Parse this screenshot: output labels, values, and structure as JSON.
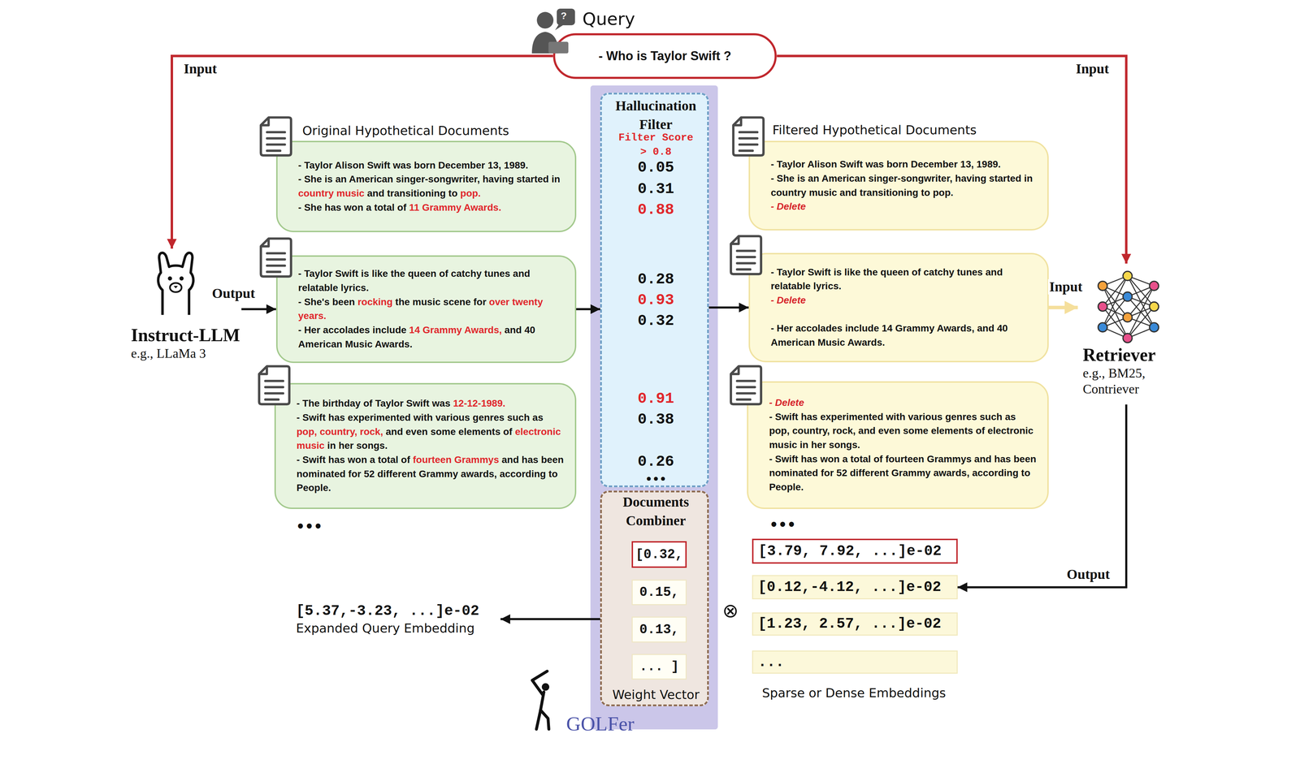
{
  "diagram": {
    "nodes": [
      {
        "text": [
          "Query",
          "- Who is Taylor Swift ?"
        ]
      },
      {
        "text": [
          "Instruct-LLM",
          "e.g., LLaMa 3"
        ]
      },
      {
        "text": [
          "Original Hypothetical Documents",
          "- Taylor Alison Swift was born December 13, 1989.",
          "- She is an American singer-songwriter, having started in country music and transitioning to pop.",
          "- She has won a total of 11 Grammy Awards."
        ]
      },
      {
        "text": [
          "- Taylor Swift is like the queen of catchy tunes and relatable lyrics.",
          "- She's been rocking the music scene for over twenty years.",
          "- Her accolades include 14 Grammy Awards, and 40 American Music Awards."
        ]
      },
      {
        "text": [
          "- The birthday of Taylor Swift was 12-12-1989.",
          "- Swift has experimented with various genres such as pop, country, rock, and even some elements of electronic music in her songs.",
          "- Swift has won a total of fourteen Grammys and has been nominated for 52 different Grammy awards, according to People."
        ]
      },
      {
        "text": [
          "GOLFer"
        ]
      },
      {
        "text": [
          "Hallucination Filter",
          "Filter Score > 0.8",
          "0.05",
          "0.31",
          "0.88",
          "0.28",
          "0.93",
          "0.32",
          "0.91",
          "0.38",
          "0.26",
          "•••"
        ],
        "in": 5
      },
      {
        "text": [
          "Documents Combiner",
          "Weight Vector"
        ],
        "in": 5
      },
      {
        "text": [
          "[0.32,"
        ],
        "in": 7
      },
      {
        "text": [
          "0.15,"
        ],
        "in": 7
      },
      {
        "text": [
          "0.13,"
        ],
        "in": 7
      },
      {
        "text": [
          "... ]"
        ],
        "in": 7
      },
      {
        "text": [
          "Filtered Hypothetical Documents",
          "- Taylor Alison Swift was born December 13, 1989.",
          "- She is an American singer-songwriter, having started in country music and transitioning to pop.",
          "- Delete"
        ]
      },
      {
        "text": [
          "- Taylor Swift is like the queen of catchy tunes and relatable lyrics.",
          "- Delete",
          "- Her accolades include 14 Grammy Awards, and 40 American Music Awards."
        ]
      },
      {
        "text": [
          "- Delete",
          "- Swift has experimented with various genres such as pop, country, rock, and even some elements of electronic music in her songs.",
          "- Swift has won a total of fourteen Grammys and has been nominated for 52 different Grammy awards, according to People."
        ]
      },
      {
        "text": [
          "Retriever",
          "e.g., BM25, Contriever"
        ]
      },
      {
        "text": [
          "[3.79, 7.92, ...]e-02"
        ]
      },
      {
        "text": [
          "[0.12,-4.12, ...]e-02"
        ]
      },
      {
        "text": [
          "[1.23, 2.57, ...]e-02"
        ]
      },
      {
        "text": [
          "..."
        ]
      },
      {
        "text": [
          "[5.37,-3.23, ...]e-02",
          "Expanded Query Embedding"
        ]
      }
    ],
    "edges": [
      {
        "from": 0,
        "to": 1,
        "arrow": "to",
        "label": "Input"
      },
      {
        "from": 0,
        "to": 15,
        "arrow": "to",
        "label": "Input"
      },
      {
        "from": 1,
        "to": 3,
        "arrow": "to",
        "label": "Output"
      },
      {
        "from": 3,
        "to": 6,
        "arrow": "to"
      },
      {
        "from": 6,
        "to": 13,
        "arrow": "to"
      },
      {
        "from": 13,
        "to": 15,
        "arrow": "to",
        "label": "Input"
      },
      {
        "from": 15,
        "to": 17,
        "arrow": "to",
        "label": "Output"
      },
      {
        "from": 7,
        "to": 20,
        "arrow": "to"
      }
    ],
    "labels": [
      "?",
      "•••",
      "•••",
      "⊗",
      "Sparse or Dense Embeddings"
    ]
  }
}
